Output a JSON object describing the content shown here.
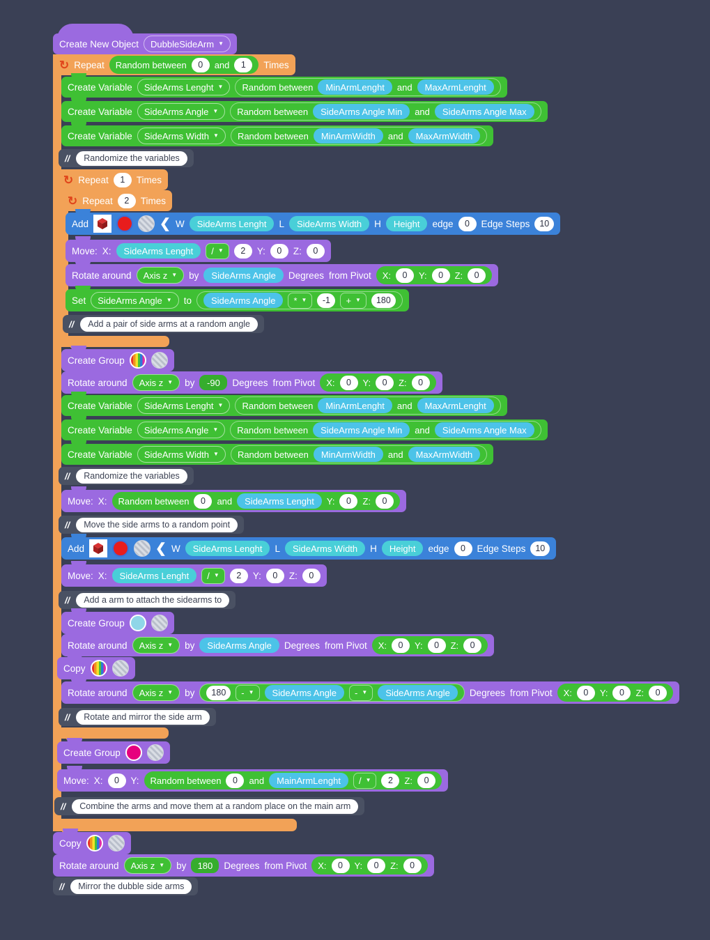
{
  "theme": {
    "background": "#3a4055",
    "purple": "#9b6ae0",
    "orange": "#f2a257",
    "green": "#3fc034",
    "blue": "#3b82d9",
    "comment": "#4a5163",
    "variable_pill": "#4cc3e8"
  },
  "words": {
    "repeat": "Repeat",
    "times": "Times",
    "random_between": "Random between",
    "and": "and",
    "create_variable": "Create Variable",
    "create_group": "Create Group",
    "copy": "Copy",
    "add": "Add",
    "move": "Move:",
    "set": "Set",
    "to": "to",
    "rotate_around": "Rotate around",
    "by": "by",
    "degrees": "Degrees",
    "from_pivot": "from Pivot",
    "x": "X:",
    "y": "Y:",
    "z": "Z:",
    "w": "W",
    "l": "L",
    "h": "H",
    "edge": "edge",
    "edge_steps": "Edge Steps",
    "slash": "//"
  },
  "hat": {
    "label": "Create New Object",
    "object_name": "DubbleSideArm"
  },
  "outer_repeat": {
    "label": "Repeat",
    "random_label": "Random between",
    "min": "0",
    "and": "and",
    "max": "1",
    "times": "Times"
  },
  "vars_block_1": [
    {
      "name": "SideArms Lenght",
      "min": "MinArmLenght",
      "max": "MaxArmLenght"
    },
    {
      "name": "SideArms Angle",
      "min": "SideArms Angle Min",
      "max": "SideArms Angle Max"
    },
    {
      "name": "SideArms Width",
      "min": "MinArmWidth",
      "max": "MaxArmWidth"
    }
  ],
  "comment_1": "Randomize the variables",
  "repeat_1": {
    "count": "1"
  },
  "repeat_2": {
    "count": "2"
  },
  "add_1": {
    "w": "SideArms Lenght",
    "l": "SideArms Width",
    "h": "Height",
    "edge": "0",
    "edge_steps": "10"
  },
  "move_1": {
    "x_var": "SideArms Lenght",
    "op": "/",
    "divisor": "2",
    "y": "0",
    "z": "0"
  },
  "rotate_1": {
    "axis": "Axis z",
    "by": "SideArms Angle",
    "px": "0",
    "py": "0",
    "pz": "0"
  },
  "set_1": {
    "var": "SideArms Angle",
    "value_var": "SideArms Angle",
    "op1": "*",
    "operand1": "-1",
    "op2": "+",
    "operand2": "180"
  },
  "comment_2": "Add a pair of side arms at a random angle",
  "group_1": {
    "label": "Create Group",
    "swatch": "rainbow"
  },
  "rotate_2": {
    "axis": "Axis z",
    "degrees": "-90",
    "px": "0",
    "py": "0",
    "pz": "0"
  },
  "vars_block_2": [
    {
      "name": "SideArms Lenght",
      "min": "MinArmLenght",
      "max": "MaxArmLenght"
    },
    {
      "name": "SideArms Angle",
      "min": "SideArms Angle Min",
      "max": "SideArms Angle Max"
    },
    {
      "name": "SideArms Width",
      "min": "MinArmWidth",
      "max": "MaxArmWidth"
    }
  ],
  "comment_3": "Randomize the variables",
  "move_2": {
    "rand_min": "0",
    "rand_max": "SideArms Lenght",
    "y": "0",
    "z": "0"
  },
  "comment_4": "Move the side arms to a random point",
  "add_2": {
    "w": "SideArms Lenght",
    "l": "SideArms Width",
    "h": "Height",
    "edge": "0",
    "edge_steps": "10"
  },
  "move_3": {
    "x_var": "SideArms Lenght",
    "op": "/",
    "divisor": "2",
    "y": "0",
    "z": "0"
  },
  "comment_5": "Add a arm to attach the sidearms to",
  "group_2": {
    "label": "Create Group",
    "swatch": "lightblue"
  },
  "rotate_3": {
    "axis": "Axis z",
    "by": "SideArms Angle",
    "px": "0",
    "py": "0",
    "pz": "0"
  },
  "copy_1": {
    "label": "Copy",
    "swatch": "rainbow"
  },
  "rotate_4": {
    "axis": "Axis z",
    "base": "180",
    "op1": "-",
    "term1": "SideArms Angle",
    "op2": "-",
    "term2": "SideArms Angle",
    "px": "0",
    "py": "0",
    "pz": "0"
  },
  "comment_6": "Rotate and mirror the side arm",
  "group_3": {
    "label": "Create Group",
    "swatch": "magenta"
  },
  "move_4": {
    "x": "0",
    "rand_min": "0",
    "rand_max": "MainArmLenght",
    "op": "/",
    "divisor": "2",
    "z": "0"
  },
  "comment_7": "Combine the arms and move them at a random place on the main arm",
  "copy_2": {
    "label": "Copy",
    "swatch": "rainbow"
  },
  "rotate_5": {
    "axis": "Axis z",
    "degrees": "180",
    "px": "0",
    "py": "0",
    "pz": "0"
  },
  "comment_8": "Mirror the dubble side arms"
}
